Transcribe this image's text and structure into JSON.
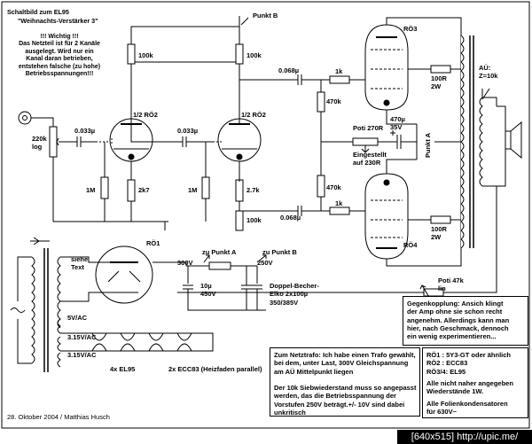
{
  "header": {
    "title_line1": "Schaltbild zum EL95",
    "title_line2": "\"Weihnachts-Verstärker 3\"",
    "warning": "!!! Wichtig !!!\nDas Netzteil ist für 2 Kanäle\nausgelegt. Wird nur ein\nKanal daran betrieben,\nentstehen falsche (zu hohe)\nBetriebsspannungen!!!"
  },
  "labels": {
    "punkt_b_top": "Punkt B",
    "ro3": "RÖ3",
    "ro4": "RÖ4",
    "ro1": "RÖ1",
    "ro2a": "1/2 RÖ2",
    "ro2b": "1/2 RÖ2",
    "r100k_a": "100k",
    "r100k_b": "100k",
    "r100k_c": "100k",
    "c0068_a": "0.068µ",
    "c0068_b": "0.068µ",
    "r1k_a": "1k",
    "r1k_b": "1k",
    "r470k_a": "470k",
    "r470k_b": "470k",
    "r100r_a": "100R\n2W",
    "r100r_b": "100R\n2W",
    "au": "AÜ:\nZ=10k",
    "punkt_a_right": "Punkt A",
    "c0033_a": "0.033µ",
    "c0033_b": "0.033µ",
    "pot220k": "220k\nlog",
    "poti270r": "Poti 270R",
    "c470u": "470µ\n35V",
    "eingestellt": "Eingestellt\nauf 230R",
    "r1m_a": "1M",
    "r1m_b": "1M",
    "r2k7_a": "2k7",
    "r2k7_b": "2.7k",
    "siehe_text": "siehe\nText",
    "v5": "5V/AC",
    "v315a": "3.15V/AC",
    "v315b": "3.15V/AC",
    "zu_punkt_a": "zu Punkt A",
    "zu_punkt_b": "zu Punkt B",
    "v300": "300V",
    "v250": "250V",
    "c10u": "10µ\n450V",
    "doppel": "Doppel-Becher-\nElko 2x100µ\n350/385V",
    "el95x4": "4x EL95",
    "ecc83x2": "2x ECC83 (Heizfaden parallel)",
    "poti47k": "Poti 47k\nlin",
    "date": "28. Oktober 2004 / Matthias Husch"
  },
  "notes": {
    "gegenkopplung": "Gegenkopplung: Ansich klingt\nder Amp ohne sie schon recht\nangenehm. Allerdings kann man\nhier, nach Geschmack, dennoch\nein wenig experimentieren...",
    "netztrafo": "Zum Netztrafo: Ich habe einen Trafo gewählt,\nbei dem, unter Last, 300V Gleichspannung\nam AÜ Mittelpunkt liegen\n\nDer 10k Siebwiederstand muss so angepasst\nwerden, das die Betriebsspannung der\nVorstufen 250V beträgt.+/- 10V sind dabei\nunkritisch",
    "tubes": "RÖ1    : 5Y3-GT oder ähnlich\nRÖ2    : ECC83\nRÖ3/4: EL95",
    "resistors": "Alle nicht naher angegeben\nWiederstände 1W.",
    "caps": "Alle Folienkondensatoren\nfür 630V~"
  },
  "watermark": "[640x515] http://upic.me/"
}
